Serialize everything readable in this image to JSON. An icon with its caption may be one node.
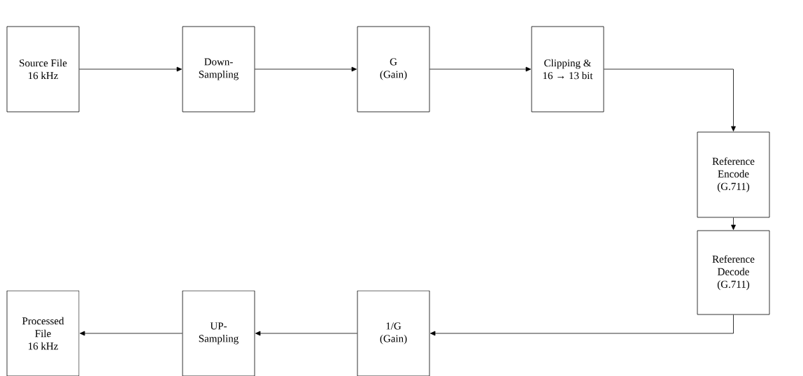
{
  "diagram": {
    "nodes": [
      {
        "text": [
          "Source File",
          "16 kHz"
        ]
      },
      {
        "text": [
          "Down-",
          "Sampling"
        ]
      },
      {
        "text": [
          "G",
          "(Gain)"
        ]
      },
      {
        "text": [
          "Clipping &",
          "16 → 13 bit"
        ]
      },
      {
        "text": [
          "Reference",
          "Encode",
          "(G.711)"
        ]
      },
      {
        "text": [
          "Reference",
          "Decode",
          "(G.711)"
        ]
      },
      {
        "text": [
          "1/G",
          "(Gain)"
        ]
      },
      {
        "text": [
          "UP-",
          "Sampling"
        ]
      },
      {
        "text": [
          "Processed",
          "File",
          "16 kHz"
        ]
      }
    ],
    "edges": [
      {
        "from": 0,
        "to": 1,
        "arrow": "to"
      },
      {
        "from": 1,
        "to": 2,
        "arrow": "to"
      },
      {
        "from": 2,
        "to": 3,
        "arrow": "to"
      },
      {
        "from": 3,
        "to": 4,
        "arrow": "to"
      },
      {
        "from": 4,
        "to": 5,
        "arrow": "to"
      },
      {
        "from": 5,
        "to": 6,
        "arrow": "to"
      },
      {
        "from": 6,
        "to": 7,
        "arrow": "to"
      },
      {
        "from": 7,
        "to": 8,
        "arrow": "to"
      }
    ]
  }
}
